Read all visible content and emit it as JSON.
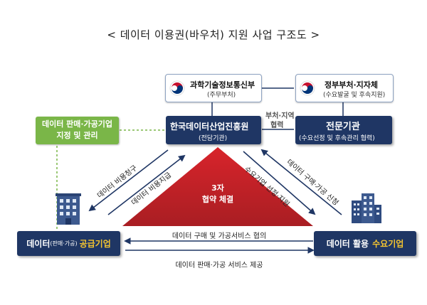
{
  "title": "< 데이터 이용권(바우처) 지원 사업 구조도 >",
  "msit": {
    "name": "과학기술정보통신부",
    "role": "(주무부처)"
  },
  "ministries": {
    "name": "정부부처·지자체",
    "role": "(수요발굴 및 후속지원)"
  },
  "kdata": {
    "name": "한국데이터산업진흥원",
    "role": "(전담기관)"
  },
  "expert": {
    "name": "전문기관",
    "role": "(수요선정 및 후속관리 협력)"
  },
  "coop_label": [
    "부처·지역",
    "협력"
  ],
  "green": {
    "line1": "데이터 판매·가공기업",
    "line2": "지정 및 관리"
  },
  "supplier": {
    "prefix": "데이터",
    "small": "(판매·가공)",
    "highlight": "공급기업"
  },
  "demander": {
    "prefix": "데이터 활용",
    "highlight": "수요기업"
  },
  "triangle": {
    "line1": "3자",
    "line2": "협약 체결"
  },
  "arrows": {
    "cost_claim": "데이터 비용청구",
    "cost_pay": "데이터 비용지급",
    "demand_select": "수요기업 선정·지원",
    "buy_apply": "데이터 구매·가공 신청",
    "consult": "데이터 구매 및 가공서비스 협의",
    "provide": "데이터 판매·가공 서비스 제공"
  },
  "colors": {
    "navy": "#1f3664",
    "green": "#7ab648",
    "red": "#c0272d",
    "yellow": "#f4c430"
  }
}
